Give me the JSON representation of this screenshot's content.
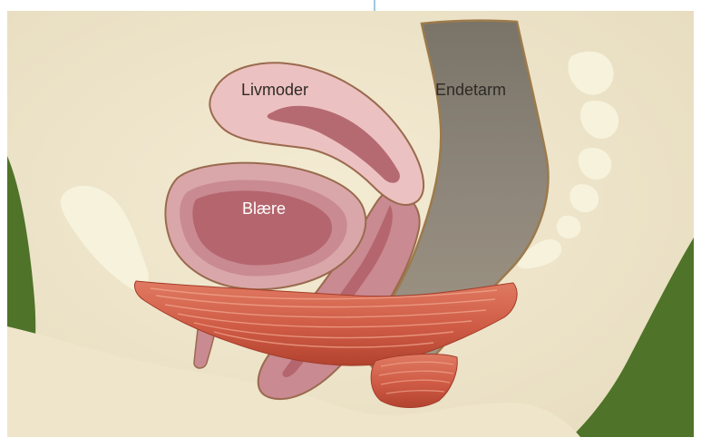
{
  "labels": {
    "uterus": "Livmoder",
    "rectum": "Endetarm",
    "bladder": "Blære"
  },
  "colors": {
    "background": "#efe6cd",
    "green_corner": "#4f7328",
    "bone": "#f6f2dc",
    "uterus_fill": "#ecc1c1",
    "uterus_outline": "#9a6a4e",
    "uterus_cavity": "#b56a72",
    "bladder_outer": "#d9a7a9",
    "bladder_lining": "#c98a91",
    "bladder_inner": "#b5656d",
    "rectum_fill": "#8f877b",
    "rectum_outline": "#9c7a4c",
    "muscle": "#cf5b45",
    "muscle_stripe": "#f1a68f",
    "label_dark": "#2e2a26",
    "label_light": "#ffffff",
    "divider": "#7fb6d6"
  }
}
